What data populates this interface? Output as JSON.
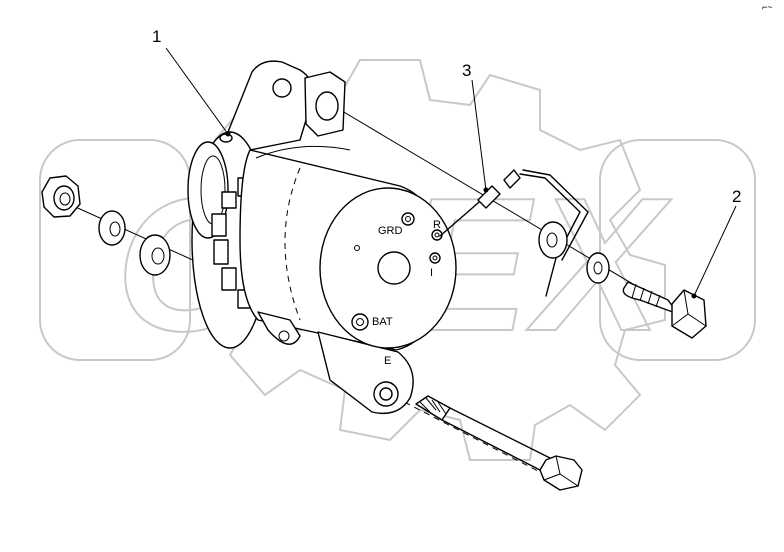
{
  "callouts": [
    {
      "label": "1"
    },
    {
      "label": "2"
    },
    {
      "label": "3"
    }
  ],
  "terminals": {
    "grd": "GRD",
    "r": "R",
    "i": "I",
    "bat": "BAT",
    "e": "E"
  },
  "watermark": {
    "text": "OPEX"
  },
  "corner_mark": "⌐~"
}
